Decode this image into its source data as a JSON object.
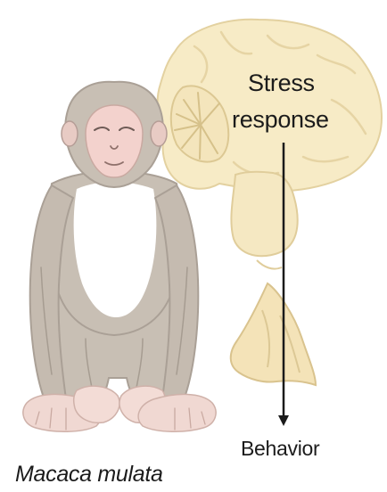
{
  "labels": {
    "stress_line1": "Stress",
    "stress_line2": "response",
    "behavior": "Behavior",
    "species": "Macaca mulata"
  },
  "colors": {
    "brain_fill": "#f7ebc6",
    "brain_stroke": "#e3d1a0",
    "monkey_fur": "#c8bfb4",
    "monkey_fur_dark": "#aaa096",
    "monkey_skin": "#f3d2cd",
    "monkey_chest": "#ffffff",
    "arrow": "#1a1a1a"
  }
}
